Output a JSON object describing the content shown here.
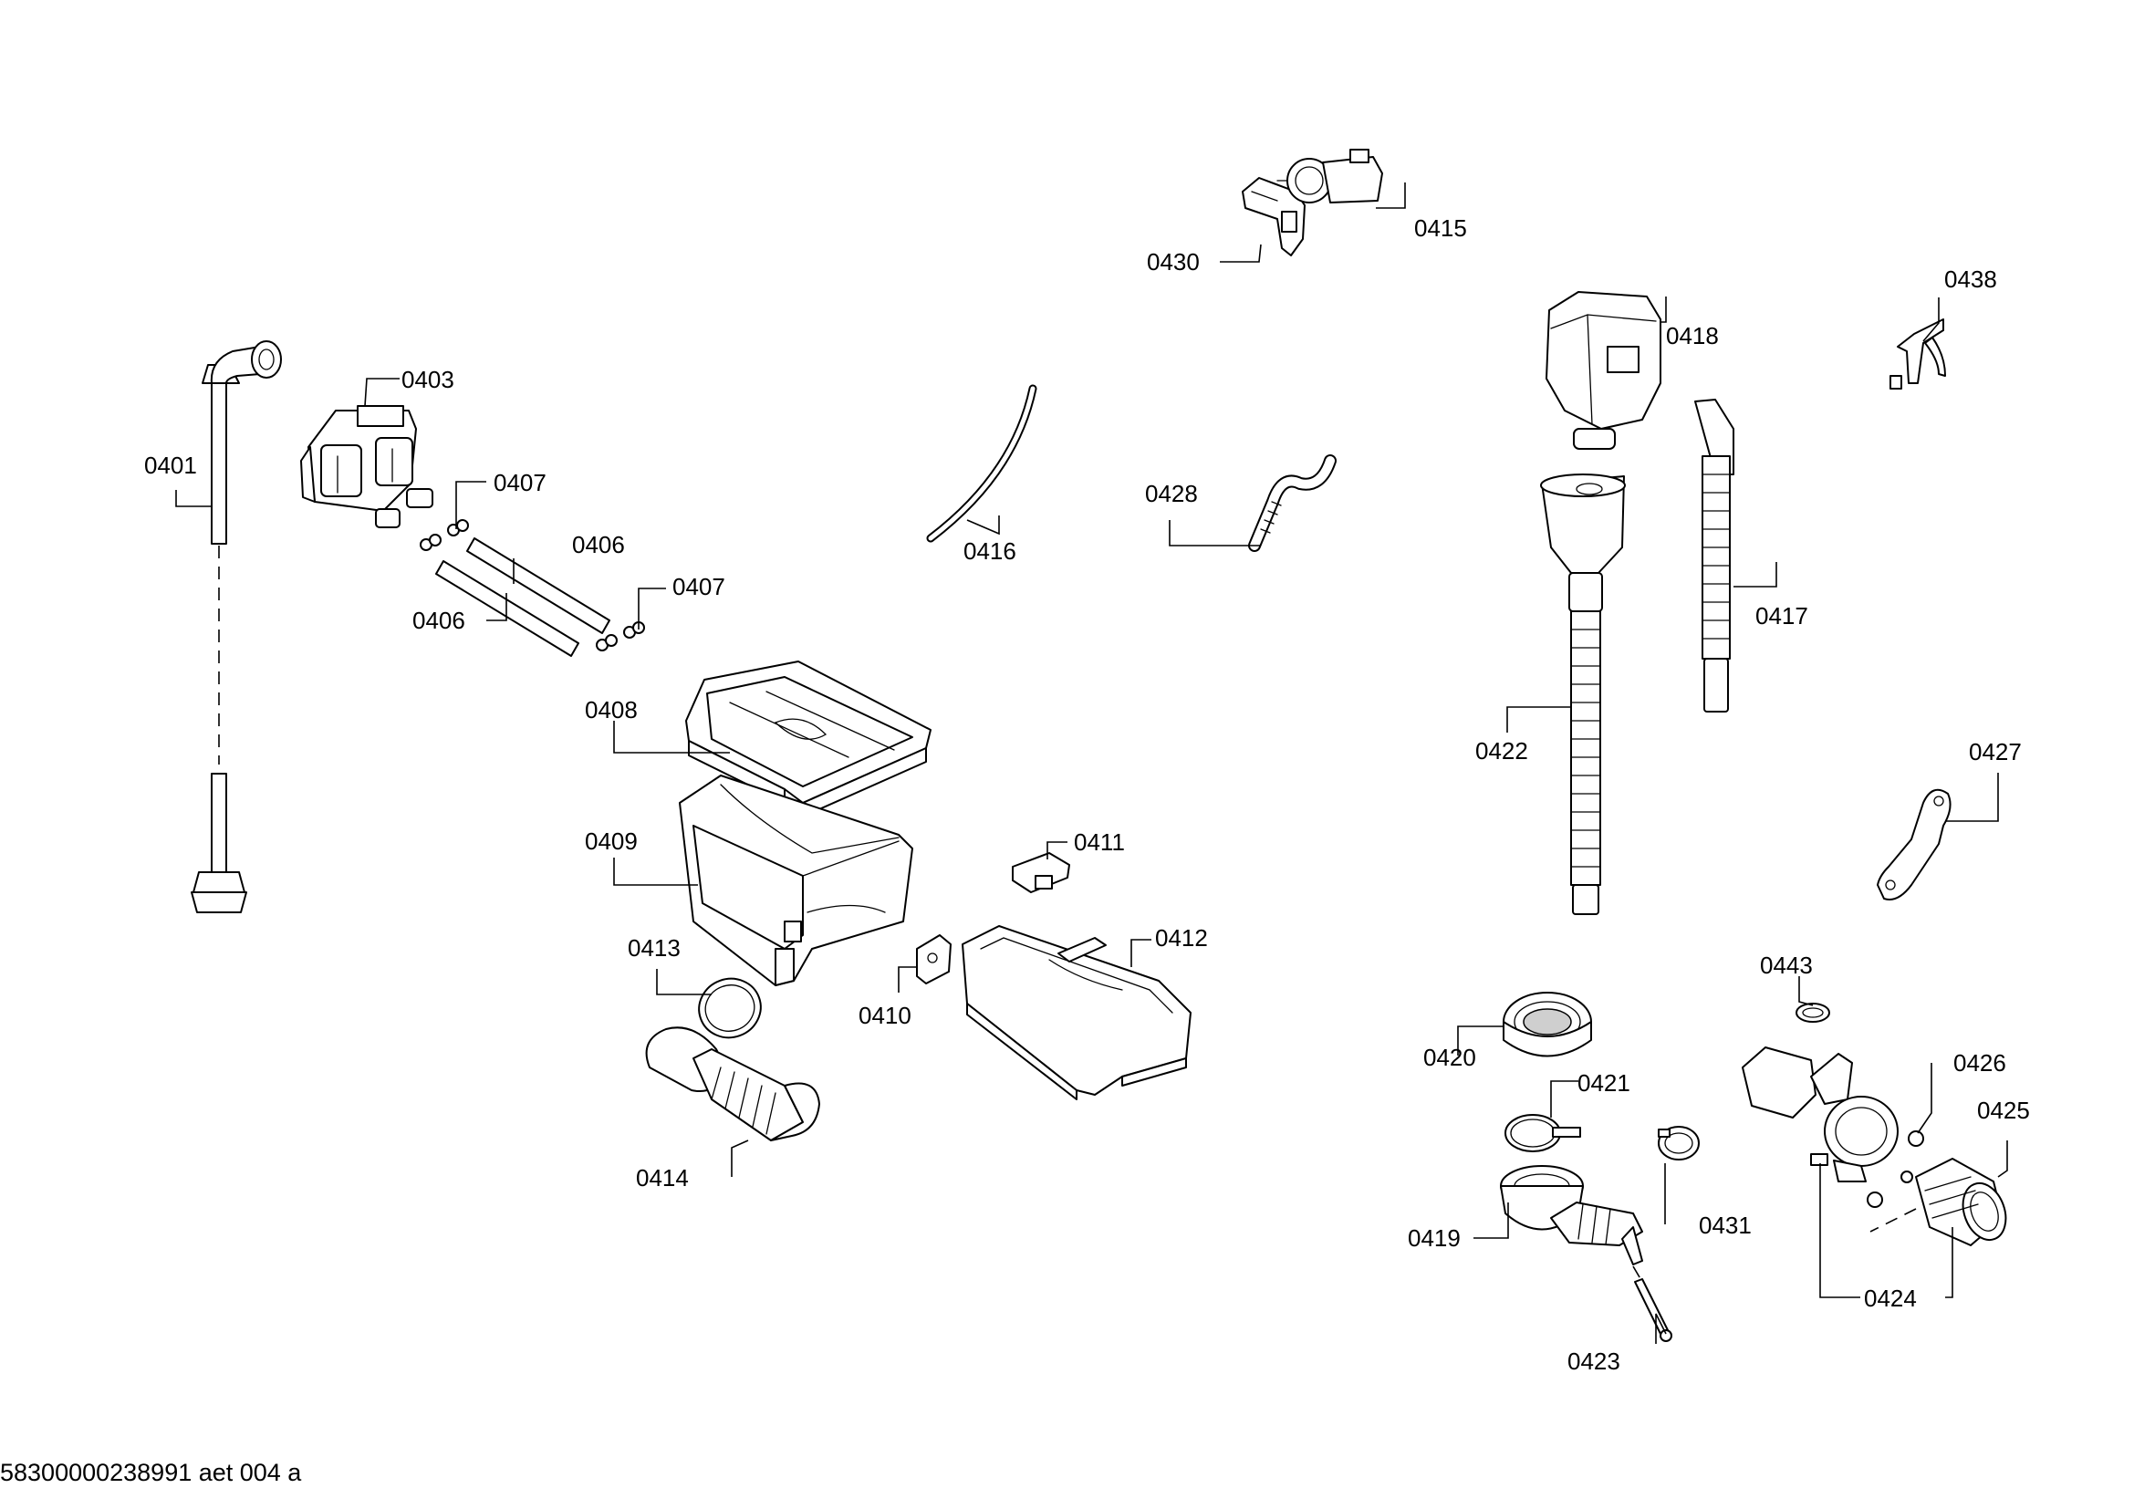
{
  "footer_code": "58300000238991 aet 004 a",
  "labels": {
    "p0401": "0401",
    "p0403": "0403",
    "p0406a": "0406",
    "p0406b": "0406",
    "p0407a": "0407",
    "p0407b": "0407",
    "p0408": "0408",
    "p0409": "0409",
    "p0410": "0410",
    "p0411": "0411",
    "p0412": "0412",
    "p0413": "0413",
    "p0414": "0414",
    "p0415": "0415",
    "p0416": "0416",
    "p0417": "0417",
    "p0418": "0418",
    "p0419": "0419",
    "p0420": "0420",
    "p0421": "0421",
    "p0422": "0422",
    "p0423": "0423",
    "p0424": "0424",
    "p0425": "0425",
    "p0426": "0426",
    "p0427": "0427",
    "p0428": "0428",
    "p0430": "0430",
    "p0431": "0431",
    "p0438": "0438",
    "p0443": "0443"
  }
}
